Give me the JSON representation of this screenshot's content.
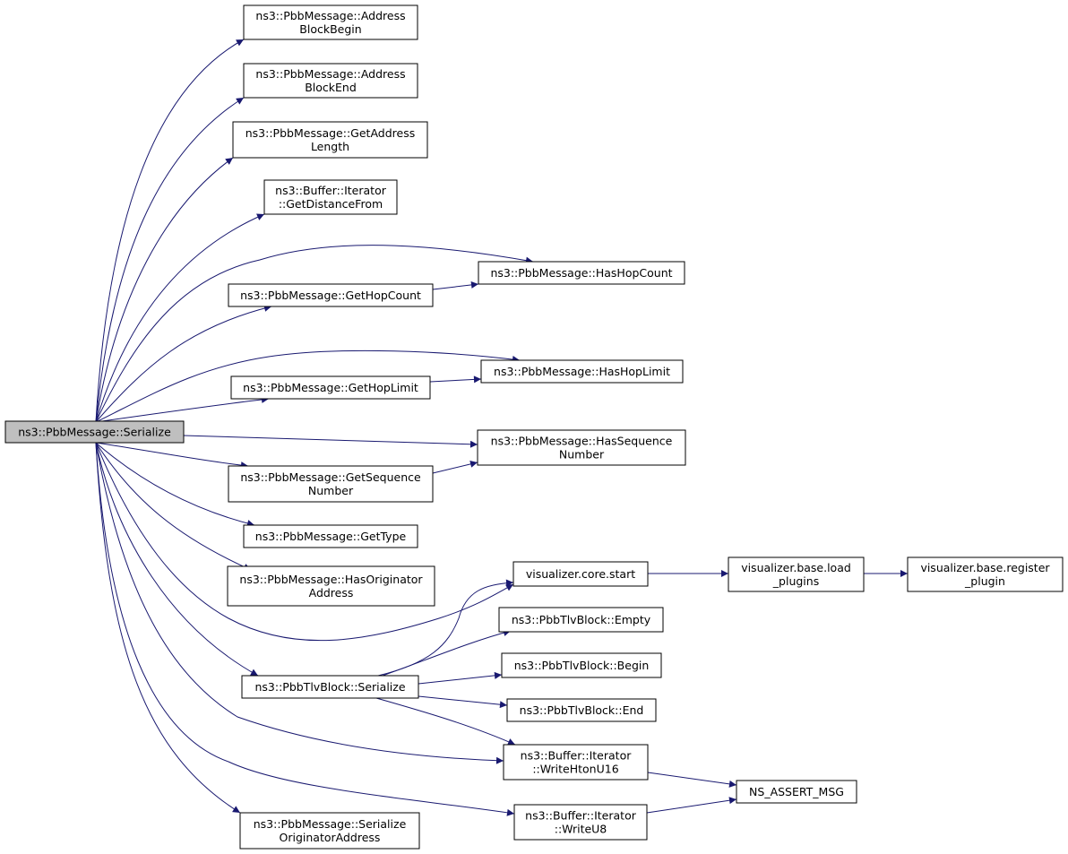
{
  "colors": {
    "edge": "#191970",
    "root_fill": "#bfbfbf",
    "node_fill": "#ffffff",
    "node_border": "#000000"
  },
  "nodes": [
    {
      "id": "serialize",
      "lines": [
        "ns3::PbbMessage::Serialize"
      ],
      "root": true
    },
    {
      "id": "addrBegin",
      "lines": [
        "ns3::PbbMessage::Address",
        "BlockBegin"
      ]
    },
    {
      "id": "addrEnd",
      "lines": [
        "ns3::PbbMessage::Address",
        "BlockEnd"
      ]
    },
    {
      "id": "getAddrLen",
      "lines": [
        "ns3::PbbMessage::GetAddress",
        "Length"
      ]
    },
    {
      "id": "getDist",
      "lines": [
        "ns3::Buffer::Iterator",
        "::GetDistanceFrom"
      ]
    },
    {
      "id": "hasHopCount",
      "lines": [
        "ns3::PbbMessage::HasHopCount"
      ]
    },
    {
      "id": "getHopCount",
      "lines": [
        "ns3::PbbMessage::GetHopCount"
      ]
    },
    {
      "id": "hasHopLimit",
      "lines": [
        "ns3::PbbMessage::HasHopLimit"
      ]
    },
    {
      "id": "getHopLimit",
      "lines": [
        "ns3::PbbMessage::GetHopLimit"
      ]
    },
    {
      "id": "hasSeq",
      "lines": [
        "ns3::PbbMessage::HasSequence",
        "Number"
      ]
    },
    {
      "id": "getSeq",
      "lines": [
        "ns3::PbbMessage::GetSequence",
        "Number"
      ]
    },
    {
      "id": "getType",
      "lines": [
        "ns3::PbbMessage::GetType"
      ]
    },
    {
      "id": "hasOrig",
      "lines": [
        "ns3::PbbMessage::HasOriginator",
        "Address"
      ]
    },
    {
      "id": "vizStart",
      "lines": [
        "visualizer.core.start"
      ]
    },
    {
      "id": "vizLoad",
      "lines": [
        "visualizer.base.load",
        "_plugins"
      ]
    },
    {
      "id": "vizReg",
      "lines": [
        "visualizer.base.register",
        "_plugin"
      ]
    },
    {
      "id": "tlvEmpty",
      "lines": [
        "ns3::PbbTlvBlock::Empty"
      ]
    },
    {
      "id": "tlvBegin",
      "lines": [
        "ns3::PbbTlvBlock::Begin"
      ]
    },
    {
      "id": "tlvSerialize",
      "lines": [
        "ns3::PbbTlvBlock::Serialize"
      ]
    },
    {
      "id": "tlvEnd",
      "lines": [
        "ns3::PbbTlvBlock::End"
      ]
    },
    {
      "id": "writeU16",
      "lines": [
        "ns3::Buffer::Iterator",
        "::WriteHtonU16"
      ]
    },
    {
      "id": "assertMsg",
      "lines": [
        "NS_ASSERT_MSG"
      ]
    },
    {
      "id": "writeU8",
      "lines": [
        "ns3::Buffer::Iterator",
        "::WriteU8"
      ]
    },
    {
      "id": "serOrig",
      "lines": [
        "ns3::PbbMessage::Serialize",
        "OriginatorAddress"
      ]
    }
  ],
  "edges": [
    [
      "serialize",
      "addrBegin"
    ],
    [
      "serialize",
      "addrEnd"
    ],
    [
      "serialize",
      "getAddrLen"
    ],
    [
      "serialize",
      "getDist"
    ],
    [
      "serialize",
      "hasHopCount"
    ],
    [
      "serialize",
      "getHopCount"
    ],
    [
      "getHopCount",
      "hasHopCount"
    ],
    [
      "serialize",
      "hasHopLimit"
    ],
    [
      "serialize",
      "getHopLimit"
    ],
    [
      "getHopLimit",
      "hasHopLimit"
    ],
    [
      "serialize",
      "hasSeq"
    ],
    [
      "serialize",
      "getSeq"
    ],
    [
      "getSeq",
      "hasSeq"
    ],
    [
      "serialize",
      "getType"
    ],
    [
      "serialize",
      "hasOrig"
    ],
    [
      "serialize",
      "vizStart"
    ],
    [
      "vizStart",
      "vizLoad"
    ],
    [
      "vizLoad",
      "vizReg"
    ],
    [
      "serialize",
      "tlvSerialize"
    ],
    [
      "tlvSerialize",
      "vizStart"
    ],
    [
      "tlvSerialize",
      "tlvEmpty"
    ],
    [
      "tlvSerialize",
      "tlvBegin"
    ],
    [
      "tlvSerialize",
      "tlvEnd"
    ],
    [
      "tlvSerialize",
      "writeU16"
    ],
    [
      "serialize",
      "writeU16"
    ],
    [
      "writeU16",
      "assertMsg"
    ],
    [
      "serialize",
      "writeU8"
    ],
    [
      "writeU8",
      "assertMsg"
    ],
    [
      "serialize",
      "serOrig"
    ]
  ]
}
